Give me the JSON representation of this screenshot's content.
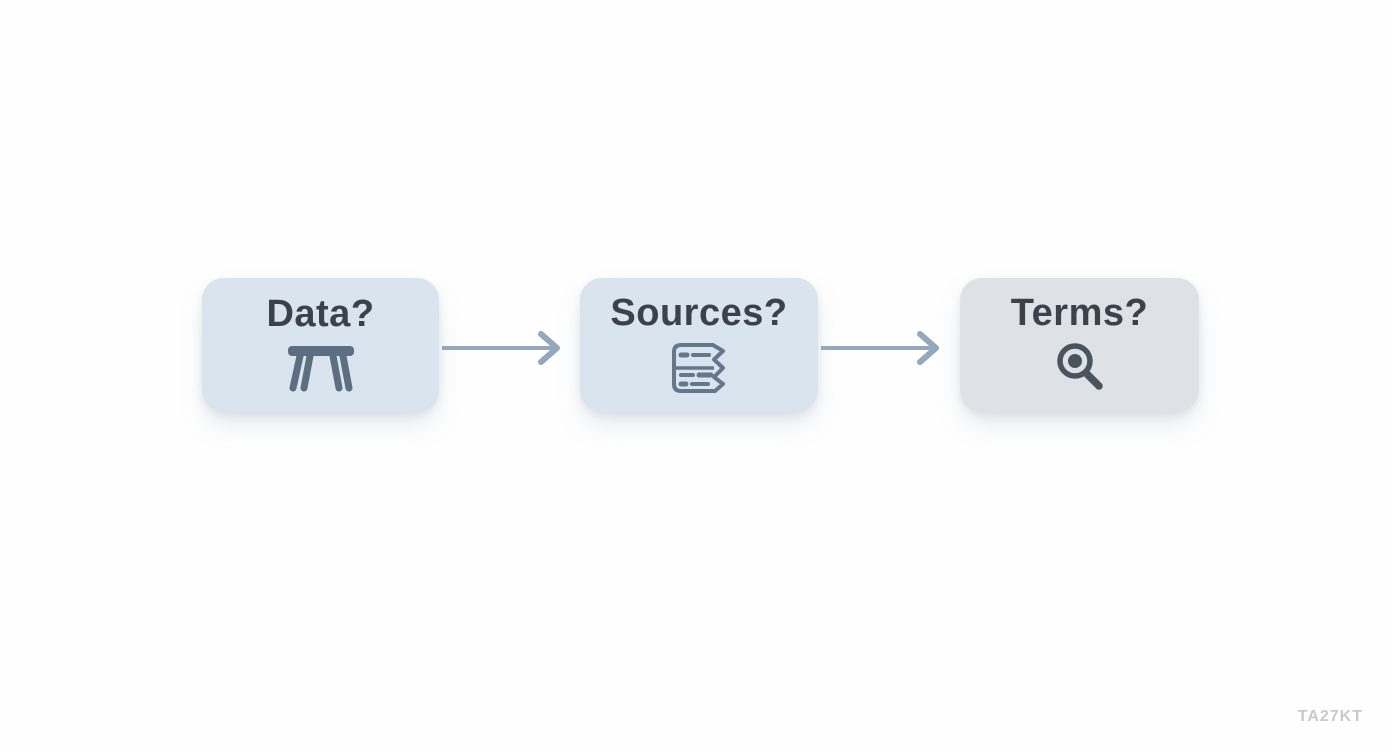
{
  "diagram": {
    "nodes": [
      {
        "label": "Data?",
        "icon": "table-icon"
      },
      {
        "label": "Sources?",
        "icon": "sources-icon"
      },
      {
        "label": "Terms?",
        "icon": "magnifier-icon"
      }
    ],
    "connectors": [
      {
        "from": "Data?",
        "to": "Sources?",
        "style": "right-arrow"
      },
      {
        "from": "Sources?",
        "to": "Terms?",
        "style": "right-arrow"
      }
    ],
    "colors": {
      "node_blue_bg": "#d9e4ef",
      "node_gray_bg": "#dee2e6",
      "arrow": "#94a8bd",
      "label_text": "#3b424c",
      "icon_slate": "#5d6e80",
      "icon_dark": "#4a545f"
    }
  },
  "watermark": {
    "text": "TA27KT",
    "color": "#c9c9c9"
  }
}
